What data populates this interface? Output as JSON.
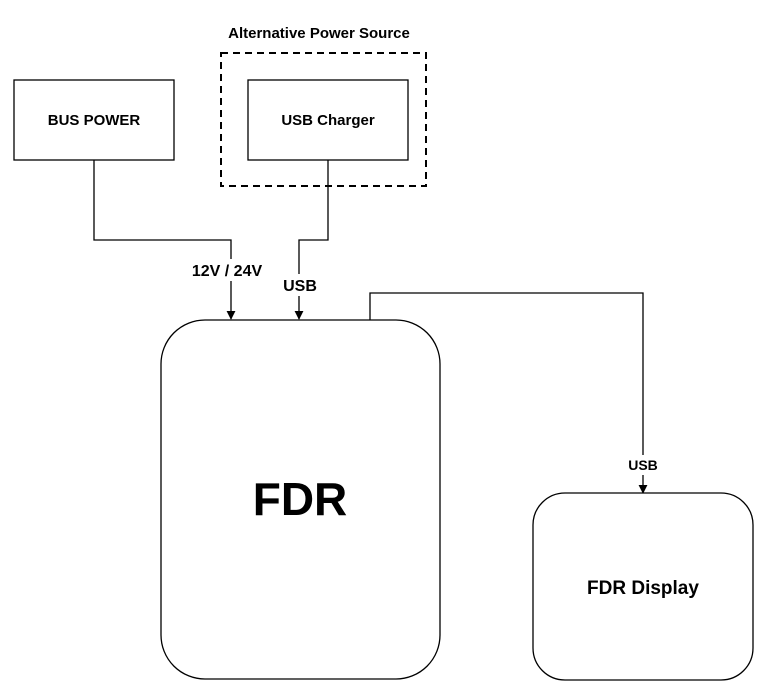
{
  "diagram": {
    "group_label": "Alternative Power Source",
    "nodes": {
      "bus_power": "BUS POWER",
      "usb_charger": "USB Charger",
      "fdr": "FDR",
      "fdr_display": "FDR Display"
    },
    "edges": {
      "bus_to_fdr": "12V / 24V",
      "charger_to_fdr": "USB",
      "fdr_to_display": "USB"
    }
  }
}
